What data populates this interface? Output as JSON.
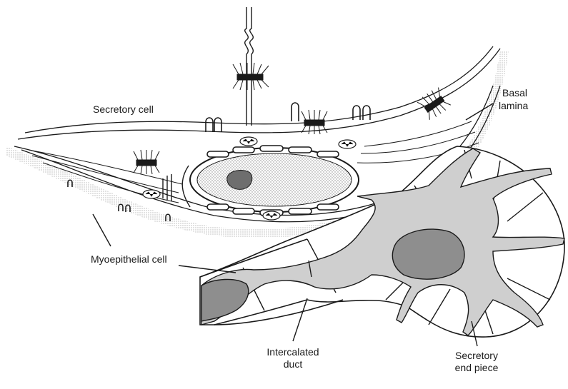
{
  "labels": {
    "secretory_cell": "Secretory cell",
    "basal_lamina": [
      "Basal",
      "lamina"
    ],
    "myoepithelial_cell": "Myoepithelial cell",
    "intercalated_duct": [
      "Intercalated",
      "duct"
    ],
    "secretory_end_piece": [
      "Secretory",
      "end piece"
    ]
  },
  "colors": {
    "line": "#1a1a1a",
    "cytoplasm": "#cfcfcf",
    "nucleus": "#8e8e8e",
    "stipple": "#bdbdbd",
    "background": "#ffffff"
  }
}
